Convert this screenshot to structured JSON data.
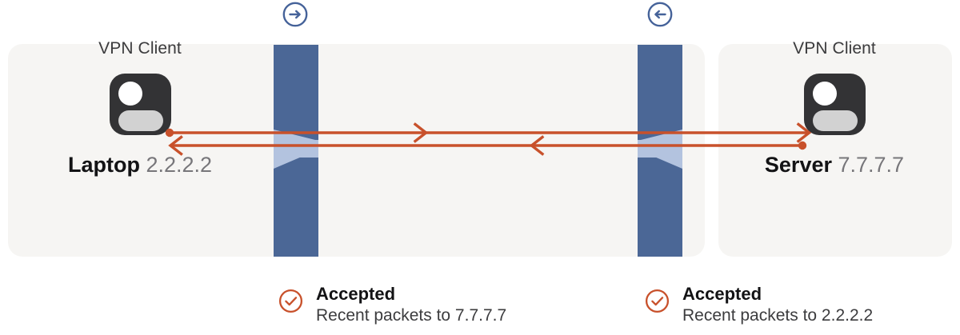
{
  "theme": {
    "background": "#ffffff",
    "panel_bg": "#f6f5f3",
    "firewall_body": "#4b6796",
    "firewall_aperture": "#b3c3df",
    "packet_line": "#c8512b",
    "badge_blue": "#456299",
    "device_body": "#333335",
    "device_head": "#ffffff",
    "device_torso": "#d2d2d2",
    "hostname_color": "#131315",
    "ip_color": "#77767a"
  },
  "direction_badges": [
    {
      "name": "outbound-arrow",
      "icon": "arrow-right-circle-icon",
      "direction": "right"
    },
    {
      "name": "inbound-arrow",
      "icon": "arrow-left-circle-icon",
      "direction": "left"
    }
  ],
  "endpoints": {
    "source": {
      "kind_label": "VPN Client",
      "hostname": "Laptop",
      "ip": "2.2.2.2",
      "device_icon": "person-avatar-icon"
    },
    "destination": {
      "kind_label": "VPN Client",
      "hostname": "Server",
      "ip": "7.7.7.7",
      "device_icon": "person-avatar-icon"
    }
  },
  "firewalls": [
    {
      "name": "source-firewall",
      "side": "left",
      "aperture": "open"
    },
    {
      "name": "destination-firewall",
      "side": "right",
      "aperture": "open"
    }
  ],
  "flows": [
    {
      "name": "outbound-packet-flow",
      "direction": "left-to-right",
      "start_marker": "dot",
      "end_marker": "arrowhead",
      "color": "#c8512b"
    },
    {
      "name": "inbound-packet-flow",
      "direction": "right-to-left",
      "start_marker": "dot",
      "end_marker": "arrowhead",
      "color": "#c8512b"
    }
  ],
  "statuses": [
    {
      "name": "outbound-status",
      "icon": "check-circle-icon",
      "icon_color": "#c8512b",
      "title": "Accepted",
      "subtitle": "Recent packets to 7.7.7.7"
    },
    {
      "name": "inbound-status",
      "icon": "check-circle-icon",
      "icon_color": "#c8512b",
      "title": "Accepted",
      "subtitle": "Recent packets to 2.2.2.2"
    }
  ]
}
